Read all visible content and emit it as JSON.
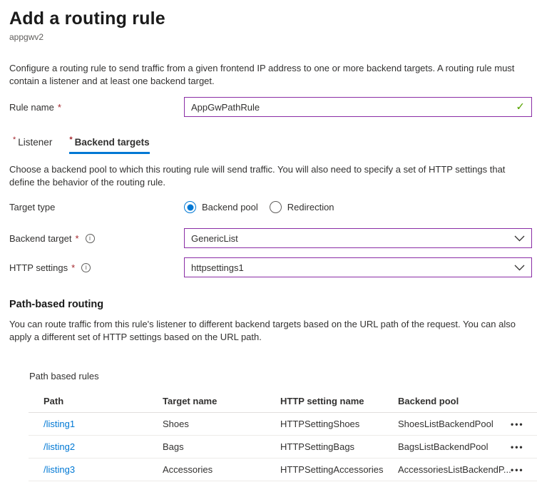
{
  "page": {
    "title": "Add a routing rule",
    "subtitle": "appgwv2",
    "intro": "Configure a routing rule to send traffic from a given frontend IP address to one or more backend targets. A routing rule must contain a listener and at least one backend target."
  },
  "rule_name": {
    "label": "Rule name",
    "required_marker": "*",
    "value": "AppGwPathRule"
  },
  "tabs": [
    {
      "label": "Listener",
      "required_marker": "*",
      "active": false
    },
    {
      "label": "Backend targets",
      "required_marker": "*",
      "active": true
    }
  ],
  "backend_targets_tab": {
    "description": "Choose a backend pool to which this routing rule will send traffic. You will also need to specify a set of HTTP settings that define the behavior of the routing rule.",
    "target_type": {
      "label": "Target type",
      "options": [
        {
          "label": "Backend pool",
          "selected": true
        },
        {
          "label": "Redirection",
          "selected": false
        }
      ]
    },
    "backend_target": {
      "label": "Backend target",
      "required_marker": "*",
      "value": "GenericList"
    },
    "http_settings": {
      "label": "HTTP settings",
      "required_marker": "*",
      "value": "httpsettings1"
    }
  },
  "path_based_routing": {
    "heading": "Path-based routing",
    "description": "You can route traffic from this rule's listener to different backend targets based on the URL path of the request. You can also apply a different set of HTTP settings based on the URL path.",
    "table_label": "Path based rules",
    "columns": {
      "path": "Path",
      "target_name": "Target name",
      "http_setting_name": "HTTP setting name",
      "backend_pool": "Backend pool"
    },
    "rows": [
      {
        "path": "/listing1",
        "target_name": "Shoes",
        "http_setting_name": "HTTPSettingShoes",
        "backend_pool": "ShoesListBackendPool"
      },
      {
        "path": "/listing2",
        "target_name": "Bags",
        "http_setting_name": "HTTPSettingBags",
        "backend_pool": "BagsListBackendPool"
      },
      {
        "path": "/listing3",
        "target_name": "Accessories",
        "http_setting_name": "HTTPSettingAccessories",
        "backend_pool": "AccessoriesListBackendP..."
      }
    ]
  },
  "icons": {
    "valid_check": "✓",
    "info": "i",
    "more_options": "•••"
  },
  "colors": {
    "accent_blue": "#0078d4",
    "dirty_field_purple": "#8a2da5",
    "valid_green": "#57a300",
    "required_red": "#a4262c",
    "link_blue": "#0078d4",
    "text": "#323130",
    "muted_text": "#605e5c",
    "divider": "#edebe9"
  }
}
